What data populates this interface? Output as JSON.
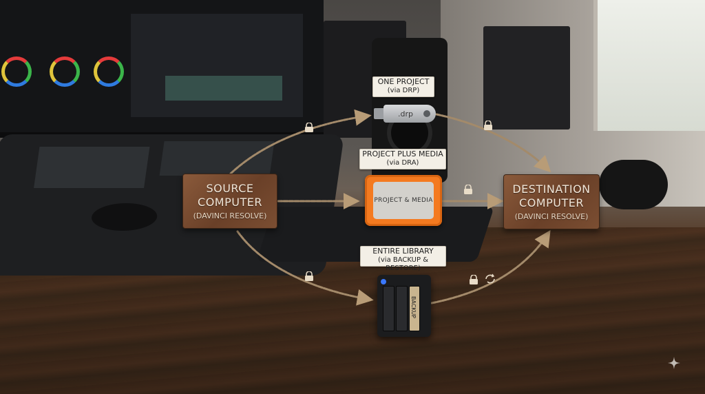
{
  "diagram": {
    "source": {
      "line1": "SOURCE",
      "line2": "COMPUTER",
      "line3": "(DAVINCI RESOLVE)"
    },
    "destination": {
      "line1": "DESTINATION",
      "line2": "COMPUTER",
      "line3": "(DAVINCI RESOLVE)"
    },
    "paths": [
      {
        "title": "ONE PROJECT",
        "subtitle": "(via DRP)",
        "device_text": ".drp"
      },
      {
        "title": "PROJECT PLUS MEDIA",
        "subtitle": "(via DRA)",
        "device_text": "PROJECT & MEDIA"
      },
      {
        "title": "ENTIRE LIBRARY",
        "subtitle": "(via BACKUP & RESTORE)",
        "device_text": "BACKUP"
      }
    ]
  },
  "icons": [
    "lock-icon",
    "usb-drive-icon",
    "external-drive-icon",
    "nas-icon",
    "sync-icon",
    "sparkle-icon"
  ],
  "colors": {
    "rope": "#a38a6a",
    "wood": "#6a4028",
    "drive": "#f47a20",
    "label_bg": "#f3efe6"
  }
}
